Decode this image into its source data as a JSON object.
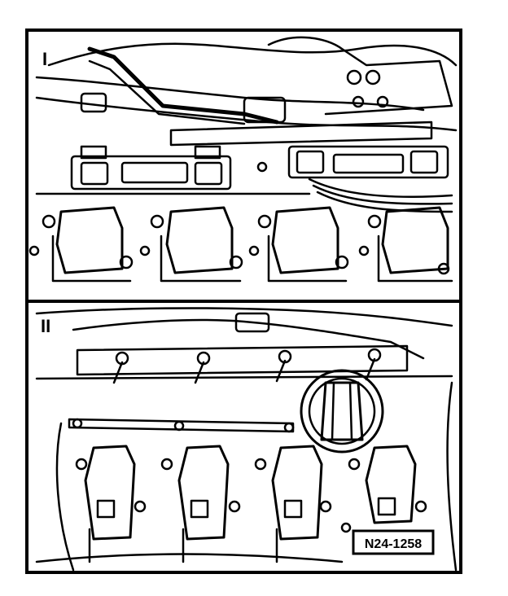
{
  "figure": {
    "panels": [
      {
        "label": "I"
      },
      {
        "label": "II"
      }
    ],
    "reference_code": "N24-1258",
    "colors": {
      "ink": "#000000",
      "paper": "#ffffff"
    }
  }
}
